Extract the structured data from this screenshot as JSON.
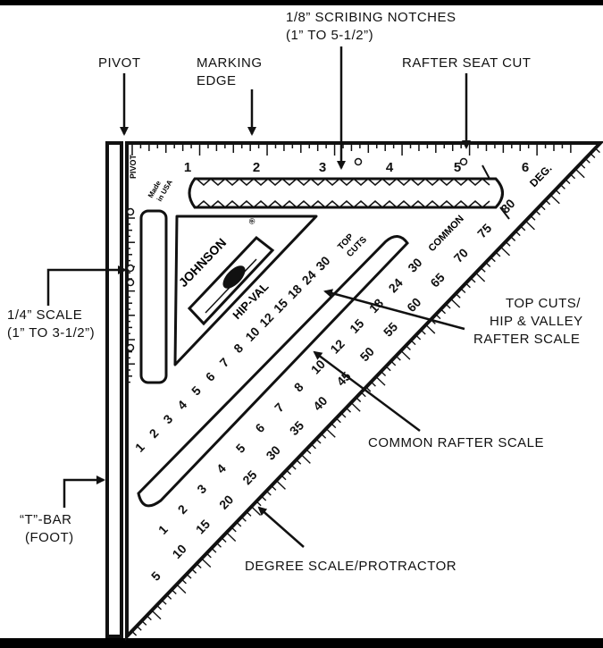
{
  "callouts": {
    "scribing_line1": "1/8” SCRIBING NOTCHES",
    "scribing_line2": "(1” TO 5-1/2”)",
    "pivot": "PIVOT",
    "marking_line1": "MARKING",
    "marking_line2": "EDGE",
    "rafter_seat": "RAFTER SEAT CUT",
    "scale14_line1": "1/4” SCALE",
    "scale14_line2": "(1” TO 3-1/2”)",
    "topcuts_line1": "TOP CUTS/",
    "topcuts_line2": "HIP & VALLEY",
    "topcuts_line3": "RAFTER SCALE",
    "common_rafter": "COMMON RAFTER SCALE",
    "tbar_line1": "“T”-BAR",
    "tbar_line2": "(FOOT)",
    "degree_scale": "DEGREE SCALE/PROTRACTOR"
  },
  "tool": {
    "pivot_label": "PIVOT",
    "made_line1": "Made",
    "made_line2": "in USA",
    "brand": "JOHNSON",
    "brand_suffix": "®",
    "hipval": "HIP-VAL",
    "top_line1": "TOP",
    "top_line2": "CUTS",
    "common": "COMMON",
    "deg": "DEG."
  },
  "scales": {
    "inch": [
      "1",
      "2",
      "3",
      "4",
      "5",
      "6"
    ],
    "hipval": [
      "1",
      "2",
      "3",
      "4",
      "5",
      "6",
      "7",
      "8",
      "10",
      "12",
      "15",
      "18",
      "24",
      "30"
    ],
    "common": [
      "1",
      "2",
      "3",
      "4",
      "5",
      "6",
      "7",
      "8",
      "10",
      "12",
      "15",
      "18",
      "24",
      "30"
    ],
    "degree": [
      "5",
      "10",
      "15",
      "20",
      "25",
      "30",
      "35",
      "40",
      "45",
      "50",
      "55",
      "60",
      "65",
      "70",
      "75",
      "80"
    ]
  },
  "colors": {
    "background": "#ffffff",
    "frame": "#000000",
    "ink": "#111111"
  }
}
